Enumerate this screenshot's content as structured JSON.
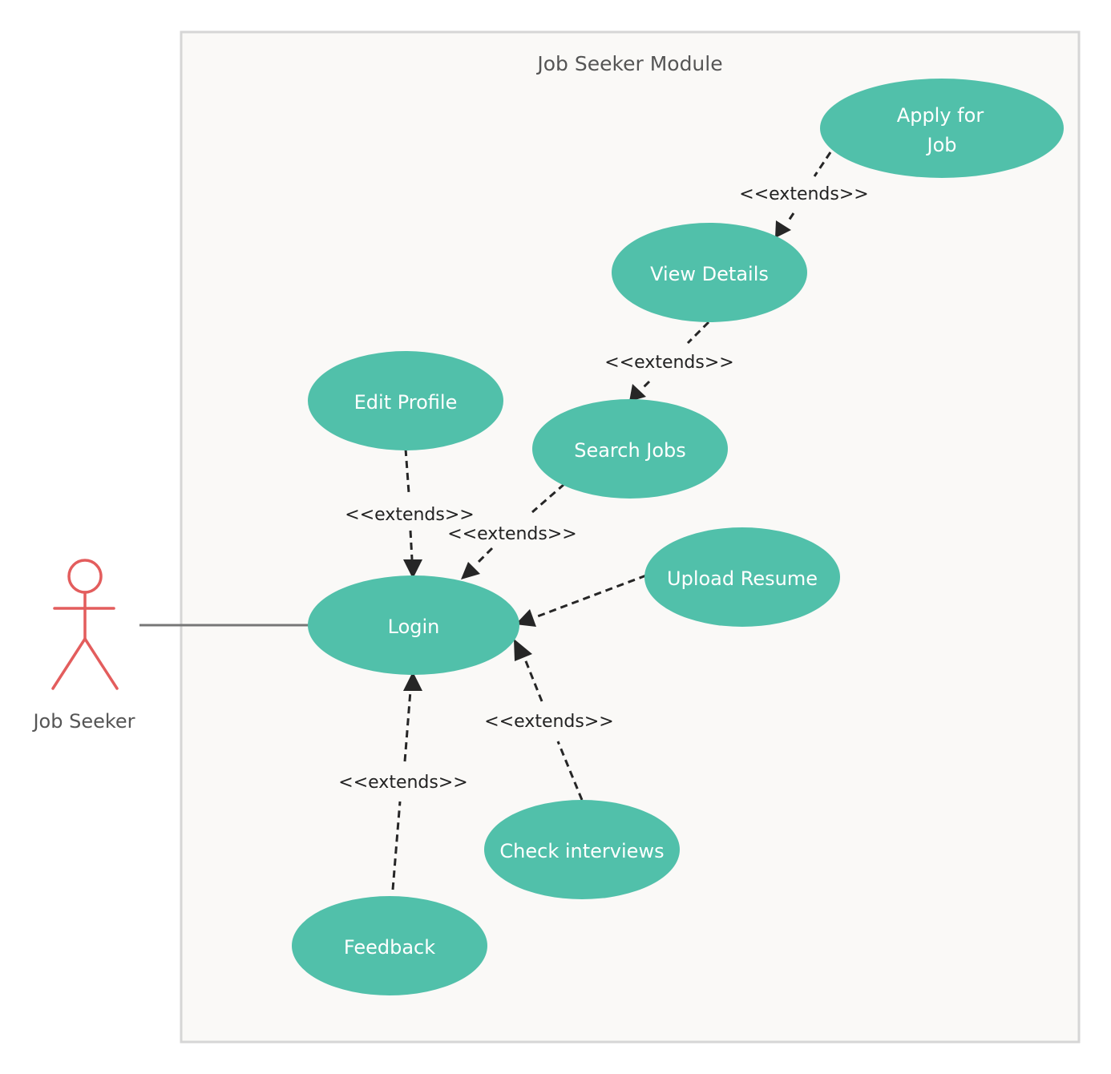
{
  "system": {
    "title": "Job Seeker Module"
  },
  "actor": {
    "name": "Job Seeker"
  },
  "use_cases": {
    "apply_for_job": [
      "Apply for",
      "Job"
    ],
    "view_details": "View Details",
    "edit_profile": "Edit Profile",
    "search_jobs": "Search Jobs",
    "upload_resume": "Upload Resume",
    "login": "Login",
    "check_interviews": "Check interviews",
    "feedback": "Feedback"
  },
  "relations": {
    "apply_to_view": "<<extends>>",
    "view_to_search": "<<extends>>",
    "edit_to_login": "<<extends>>",
    "search_to_login": "<<extends>>",
    "check_to_login": "<<extends>>",
    "feedback_to_login": "<<extends>>"
  },
  "colors": {
    "use_case_fill": "#51c0aa",
    "actor_stroke": "#e35d5d",
    "boundary_fill": "#faf9f7"
  }
}
